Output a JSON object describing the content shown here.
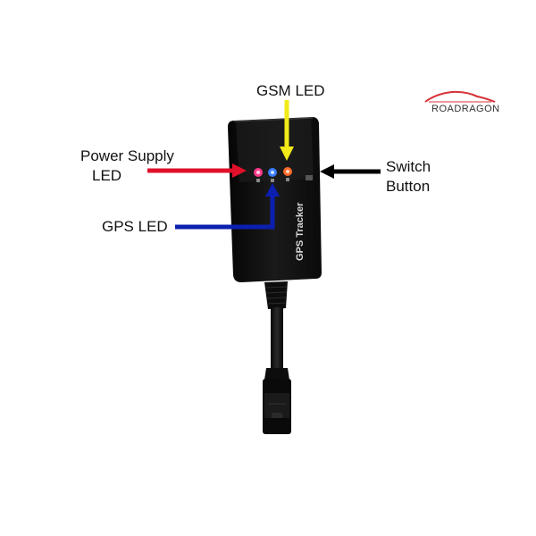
{
  "labels": {
    "gsm_led": "GSM LED",
    "power_supply_line1": "Power Supply",
    "power_supply_line2": "LED",
    "switch_line1": "Switch",
    "switch_line2": "Button",
    "gps_led": "GPS LED"
  },
  "device": {
    "side_text": "GPS  Tracker"
  },
  "logo": {
    "text": "ROADRAGON"
  },
  "colors": {
    "power_arrow": "#e0102a",
    "gsm_arrow": "#f2ea18",
    "switch_arrow": "#000000",
    "gps_arrow": "#0b1fb0",
    "device_body": "#121212",
    "logo_car": "#d8323a"
  }
}
